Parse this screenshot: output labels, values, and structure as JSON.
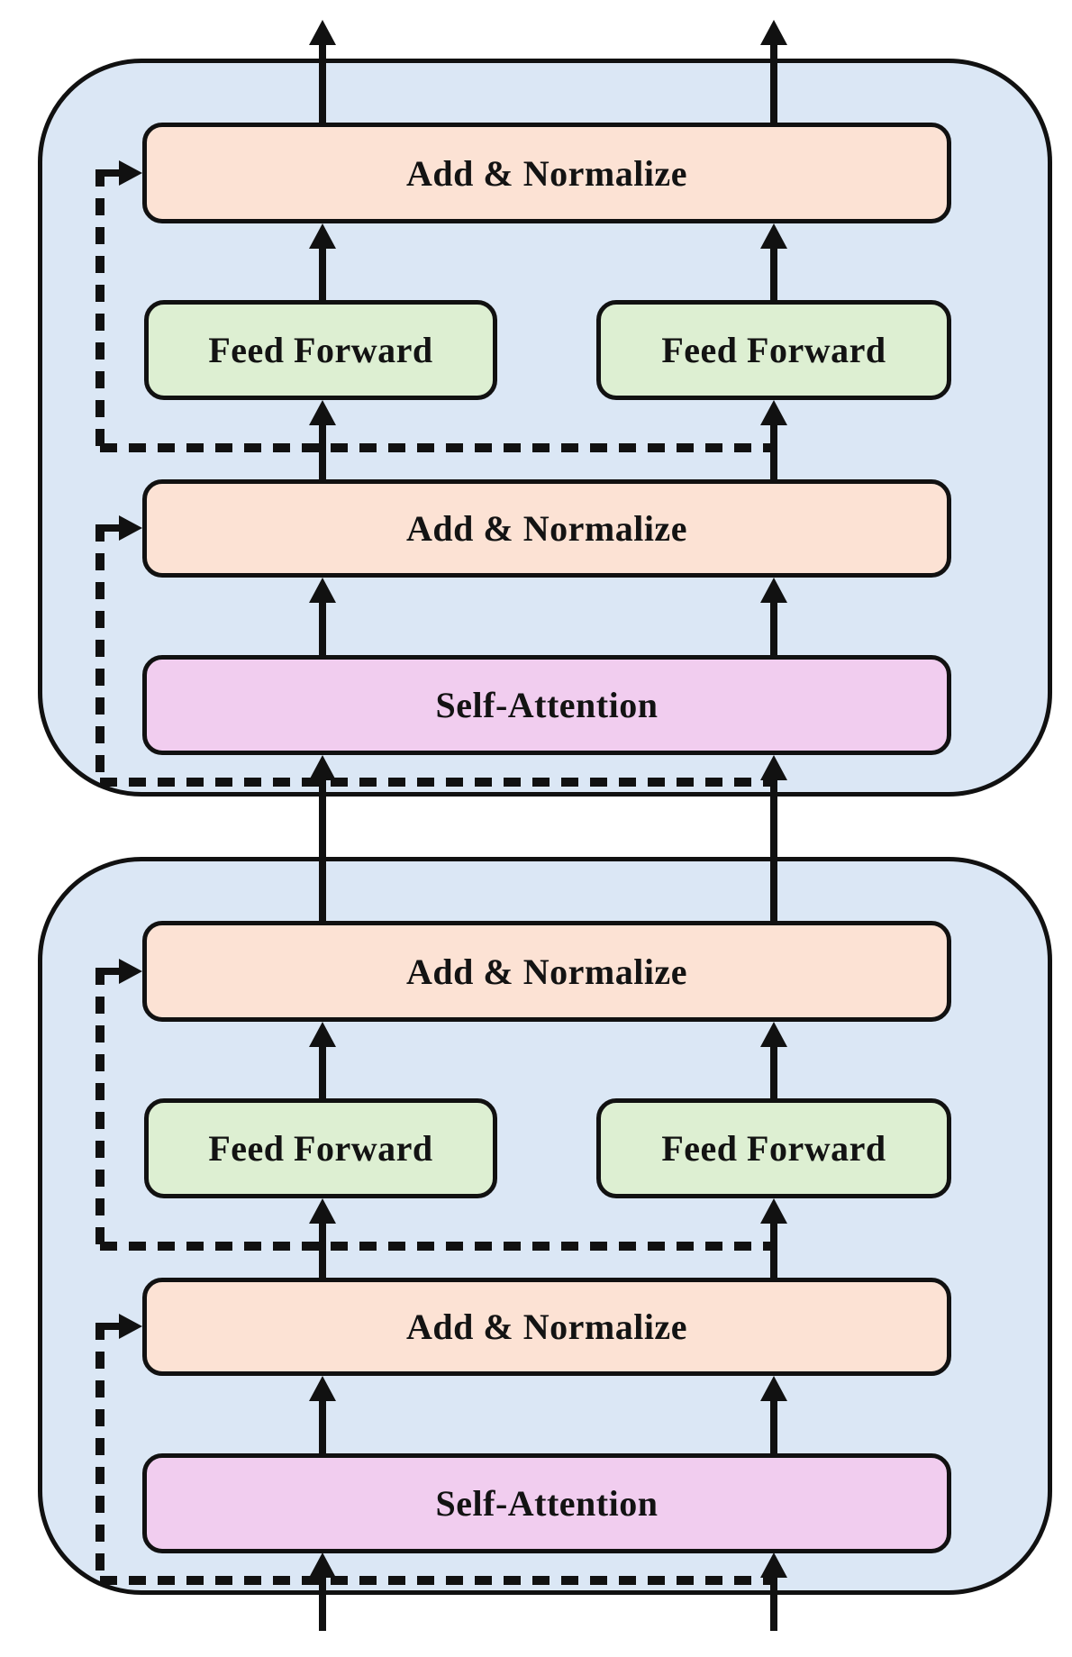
{
  "diagram": {
    "type": "stacked-encoder-blocks",
    "block_count": 2
  },
  "blocks": [
    {
      "add_normalize_top": "Add & Normalize",
      "feed_forward_left": "Feed Forward",
      "feed_forward_right": "Feed Forward",
      "add_normalize_bottom": "Add & Normalize",
      "self_attention": "Self-Attention"
    },
    {
      "add_normalize_top": "Add & Normalize",
      "feed_forward_left": "Feed Forward",
      "feed_forward_right": "Feed Forward",
      "add_normalize_bottom": "Add & Normalize",
      "self_attention": "Self-Attention"
    }
  ],
  "colors": {
    "block_fill": "#dbe7f5",
    "add_normalize_fill": "#fce2d4",
    "feed_forward_fill": "#ddefd2",
    "self_attention_fill": "#f1cdef",
    "line": "#111111",
    "background": "#ffffff"
  }
}
